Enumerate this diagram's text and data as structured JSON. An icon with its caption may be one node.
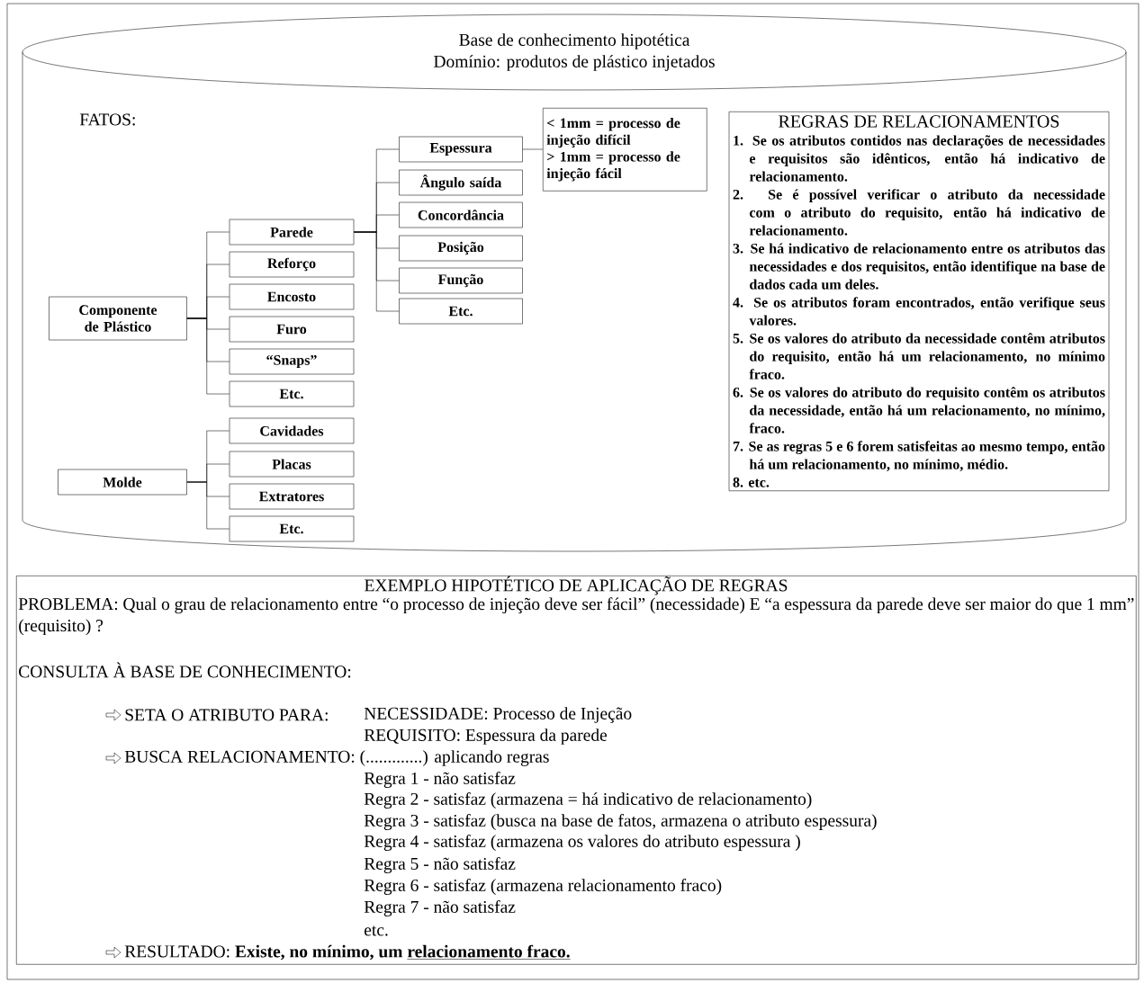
{
  "diagram": {
    "nodes": [
      {
        "text": [
          "Base de conhecimento hipotética",
          "Domínio: produtos de plástico injetados"
        ]
      },
      {
        "text": [
          "Componente de Plástico"
        ],
        "in": 0
      },
      {
        "text": [
          "Parede"
        ],
        "in": 0
      },
      {
        "text": [
          "Reforço"
        ],
        "in": 0
      },
      {
        "text": [
          "Encosto"
        ],
        "in": 0
      },
      {
        "text": [
          "Furo"
        ],
        "in": 0
      },
      {
        "text": [
          "“Snaps”"
        ],
        "in": 0
      },
      {
        "text": [
          "Etc."
        ],
        "in": 0
      },
      {
        "text": [
          "Espessura"
        ],
        "in": 0
      },
      {
        "text": [
          "Ângulo saída"
        ],
        "in": 0
      },
      {
        "text": [
          "Concordância"
        ],
        "in": 0
      },
      {
        "text": [
          "Posição"
        ],
        "in": 0
      },
      {
        "text": [
          "Função"
        ],
        "in": 0
      },
      {
        "text": [
          "Etc."
        ],
        "in": 0
      },
      {
        "text": [
          "< 1mm = processo de injeção difícil",
          "> 1mm = processo de injeção fácil"
        ],
        "in": 0
      },
      {
        "text": [
          "Molde"
        ],
        "in": 0
      },
      {
        "text": [
          "Cavidades"
        ],
        "in": 0
      },
      {
        "text": [
          "Placas"
        ],
        "in": 0
      },
      {
        "text": [
          "Extratores"
        ],
        "in": 0
      },
      {
        "text": [
          "Etc."
        ],
        "in": 0
      },
      {
        "text": [
          "REGRAS DE RELACIONAMENTOS",
          "1. Se os atributos contidos nas declarações de necessidades e requisitos são idênticos, então há indicativo de relacionamento.",
          "2. Se é possível verificar o atributo da necessidade com o atributo do requisito, então há indicativo de relacionamento.",
          "3. Se há indicativo de relacionamento entre os atributos das necessidades e dos requisitos, então identifique na base de dados cada um deles.",
          "4. Se os atributos foram encontrados, então verifique seus valores.",
          "5. Se os valores do atributo da necessidade contêm atributos do requisito, então há um relacionamento, no mínimo fraco.",
          "6. Se os valores do atributo do requisito contêm os atributos da necessidade, então há um relacionamento, no mínimo, fraco.",
          "7. Se as regras 5 e 6 forem satisfeitas ao mesmo tempo, então há um relacionamento, no mínimo, médio.",
          "8. etc."
        ],
        "in": 0
      },
      {
        "text": [
          "EXEMPLO HIPOTÉTICO DE APLICAÇÃO DE REGRAS",
          "PROBLEMA: Qual o grau de relacionamento entre “o processo de injeção deve ser fácil” (necessidade) E “a espessura da parede deve ser maior do que 1 mm” (requisito) ?",
          "CONSULTA À BASE DE CONHECIMENTO:",
          "SETA O ATRIBUTO PARA:",
          "NECESSIDADE: Processo de Injeção",
          "REQUISITO: Espessura da parede",
          "BUSCA RELACIONAMENTO: (.............) aplicando regras",
          "Regra 1 - não satisfaz",
          "Regra 2 - satisfaz (armazena = há indicativo de relacionamento)",
          "Regra 3 - satisfaz (busca na base de fatos, armazena o atributo espessura)",
          "Regra 4 - satisfaz (armazena os valores do atributo espessura )",
          "Regra 5 - não satisfaz",
          "Regra 6 - satisfaz (armazena relacionamento fraco)",
          "Regra 7 - não satisfaz",
          "etc.",
          "RESULTADO:",
          "Existe, no mínimo, um",
          "relacionamento fraco."
        ]
      }
    ],
    "edges": [
      {
        "from": 1,
        "to": 2,
        "arrow": "none"
      },
      {
        "from": 1,
        "to": 3,
        "arrow": "none"
      },
      {
        "from": 1,
        "to": 4,
        "arrow": "none"
      },
      {
        "from": 1,
        "to": 5,
        "arrow": "none"
      },
      {
        "from": 1,
        "to": 6,
        "arrow": "none"
      },
      {
        "from": 1,
        "to": 7,
        "arrow": "none"
      },
      {
        "from": 2,
        "to": 8,
        "arrow": "none"
      },
      {
        "from": 2,
        "to": 9,
        "arrow": "none"
      },
      {
        "from": 2,
        "to": 10,
        "arrow": "none"
      },
      {
        "from": 2,
        "to": 11,
        "arrow": "none"
      },
      {
        "from": 2,
        "to": 12,
        "arrow": "none"
      },
      {
        "from": 2,
        "to": 13,
        "arrow": "none"
      },
      {
        "from": 8,
        "to": 14,
        "arrow": "none"
      },
      {
        "from": 15,
        "to": 16,
        "arrow": "none"
      },
      {
        "from": 15,
        "to": 17,
        "arrow": "none"
      },
      {
        "from": 15,
        "to": 18,
        "arrow": "none"
      },
      {
        "from": 15,
        "to": 19,
        "arrow": "none"
      }
    ],
    "labels": [
      "FATOS:"
    ]
  }
}
